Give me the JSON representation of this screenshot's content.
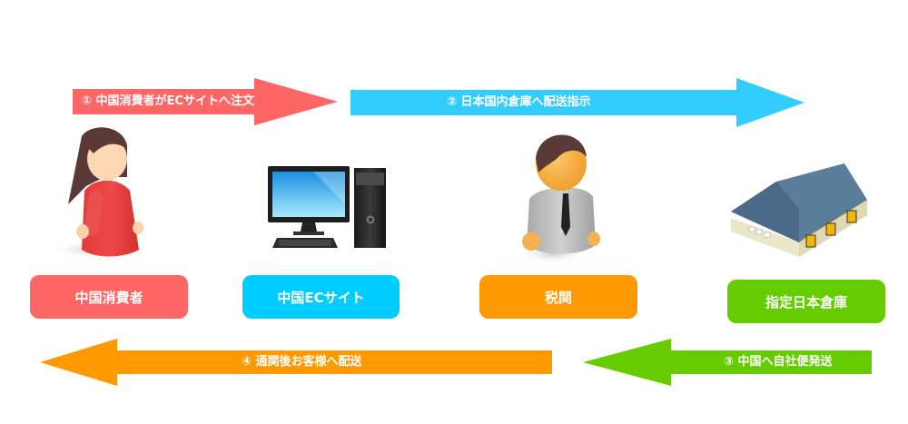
{
  "colors": {
    "consumer": "#ff6666",
    "ec_site": "#00ccff",
    "customs": "#ff9900",
    "warehouse": "#66cc00",
    "arrow_blue": "#33ccff"
  },
  "arrows": [
    {
      "step": "①",
      "label": "① 中国消費者がECサイトへ注文",
      "direction": "right",
      "color": "#ff6666"
    },
    {
      "step": "②",
      "label": "② 日本国内倉庫へ配送指示",
      "direction": "right",
      "color": "#33ccff"
    },
    {
      "step": "③",
      "label": "③ 中国へ自社便発送",
      "direction": "left",
      "color": "#66cc00"
    },
    {
      "step": "④",
      "label": "④  通関後お客様へ配送",
      "direction": "left",
      "color": "#ff9900"
    }
  ],
  "nodes": [
    {
      "label": "中国消費者",
      "icon": "female-person-icon",
      "color": "#ff6666"
    },
    {
      "label": "中国ECサイト",
      "icon": "desktop-computer-icon",
      "color": "#00ccff"
    },
    {
      "label": "税関",
      "icon": "male-officer-icon",
      "color": "#ff9900"
    },
    {
      "label": "指定日本倉庫",
      "icon": "warehouse-icon",
      "color": "#66cc00"
    }
  ]
}
